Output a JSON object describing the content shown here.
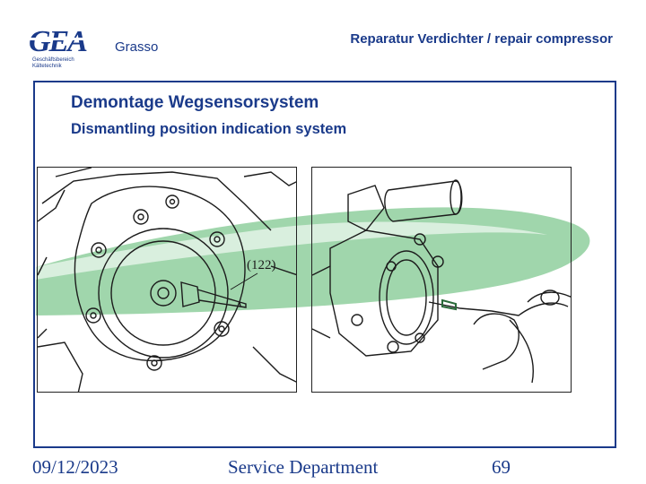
{
  "header": {
    "logo_text": "GEA",
    "logo_subtitle_line1": "Geschäftsbereich",
    "logo_subtitle_line2": "Kältetechnik",
    "brand_name": "Grasso",
    "title": "Reparatur Verdichter / repair compressor"
  },
  "content": {
    "title_de": "Demontage Wegsensorsystem",
    "title_en": "Dismantling position indication system",
    "figure_left": {
      "part_label": "(122)"
    }
  },
  "footer": {
    "date": "09/12/2023",
    "department": "Service Department",
    "page_number": "69"
  },
  "colors": {
    "brand_blue": "#1a3a8a",
    "swoosh_green": "#7cc48e"
  }
}
